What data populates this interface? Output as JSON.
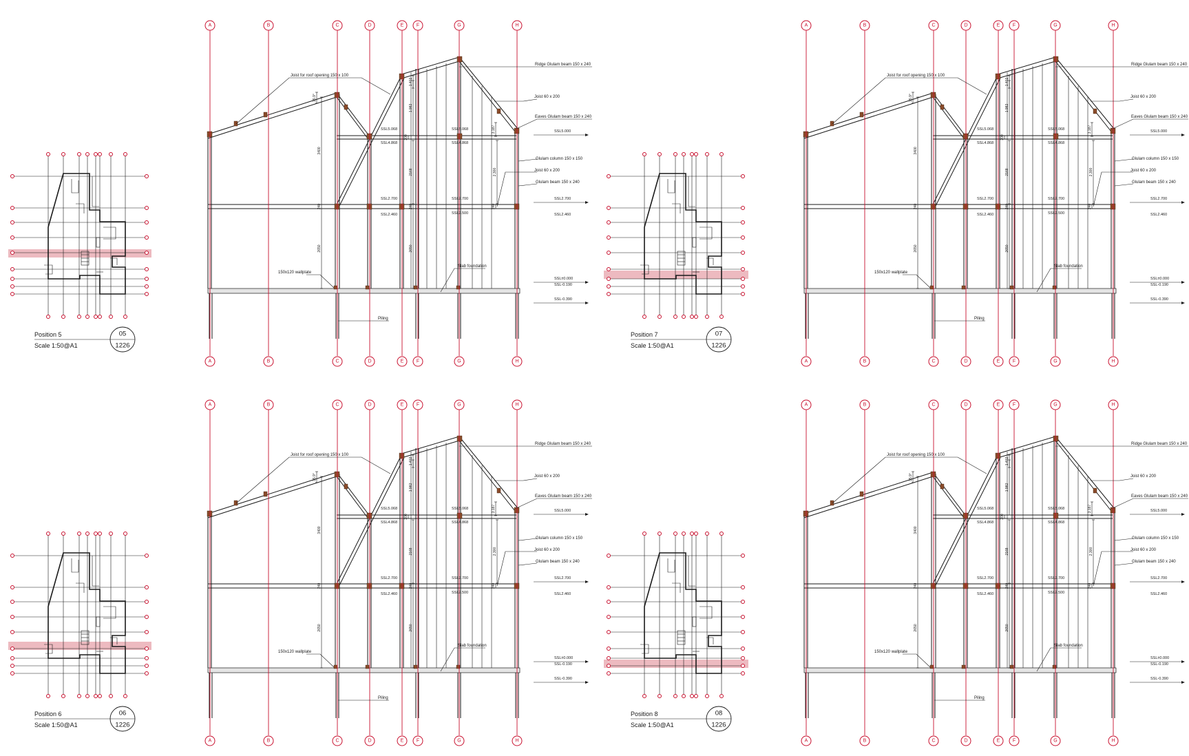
{
  "grid_labels": [
    "A",
    "B",
    "C",
    "D",
    "E",
    "F",
    "G",
    "H"
  ],
  "notes": {
    "joist_opening": "Joist for roof opening 150 x 100",
    "ridge": "Ridge Glulam beam 150 x 240",
    "joist_upper": "Joist 60 x 200",
    "eaves": "Eaves Glulam beam 150 x 240",
    "column": "Glulam column 150 x 150",
    "joist_lower": "Joist 60 x 200",
    "glulam_beam": "Glulam beam 150 x 240",
    "wallplate": "150x120 wallplate",
    "slab": "Slab foundation",
    "piling": "Piling"
  },
  "levels": {
    "ssl5000": "SSL5.000",
    "ssl5068": "SSL5.068",
    "ssl4868": "SSL4.868",
    "ssl2700": "SSL2.700",
    "ssl2460": "SSL2.460",
    "ssl2500": "SSL2.500",
    "ssl0000": "SSL±0.000",
    "ssl_m190": "SSL-0.190",
    "ssl_m390": "SSL-0.390"
  },
  "dims": {
    "d3400": "3400",
    "d2650": "2650",
    "d240": "240",
    "d1982": "1.982",
    "d2168": "2168",
    "d2300": "2.300",
    "d200": "200",
    "d3187": "3.187",
    "d1402": "1.402",
    "d359": "35.9°"
  },
  "views": [
    {
      "position": "Position 5",
      "scale": "Scale 1:50@A1",
      "number": "05",
      "sheet": "1226"
    },
    {
      "position": "Position 7",
      "scale": "Scale 1:50@A1",
      "number": "07",
      "sheet": "1226"
    },
    {
      "position": "Position 6",
      "scale": "Scale 1:50@A1",
      "number": "06",
      "sheet": "1226"
    },
    {
      "position": "Position 8",
      "scale": "Scale 1:50@A1",
      "number": "08",
      "sheet": "1226"
    }
  ],
  "colors": {
    "grid": "#c8102e",
    "highlight": "#e7a3ab",
    "timber_node": "#8a4b2a",
    "linework": "#1a1a1a"
  }
}
